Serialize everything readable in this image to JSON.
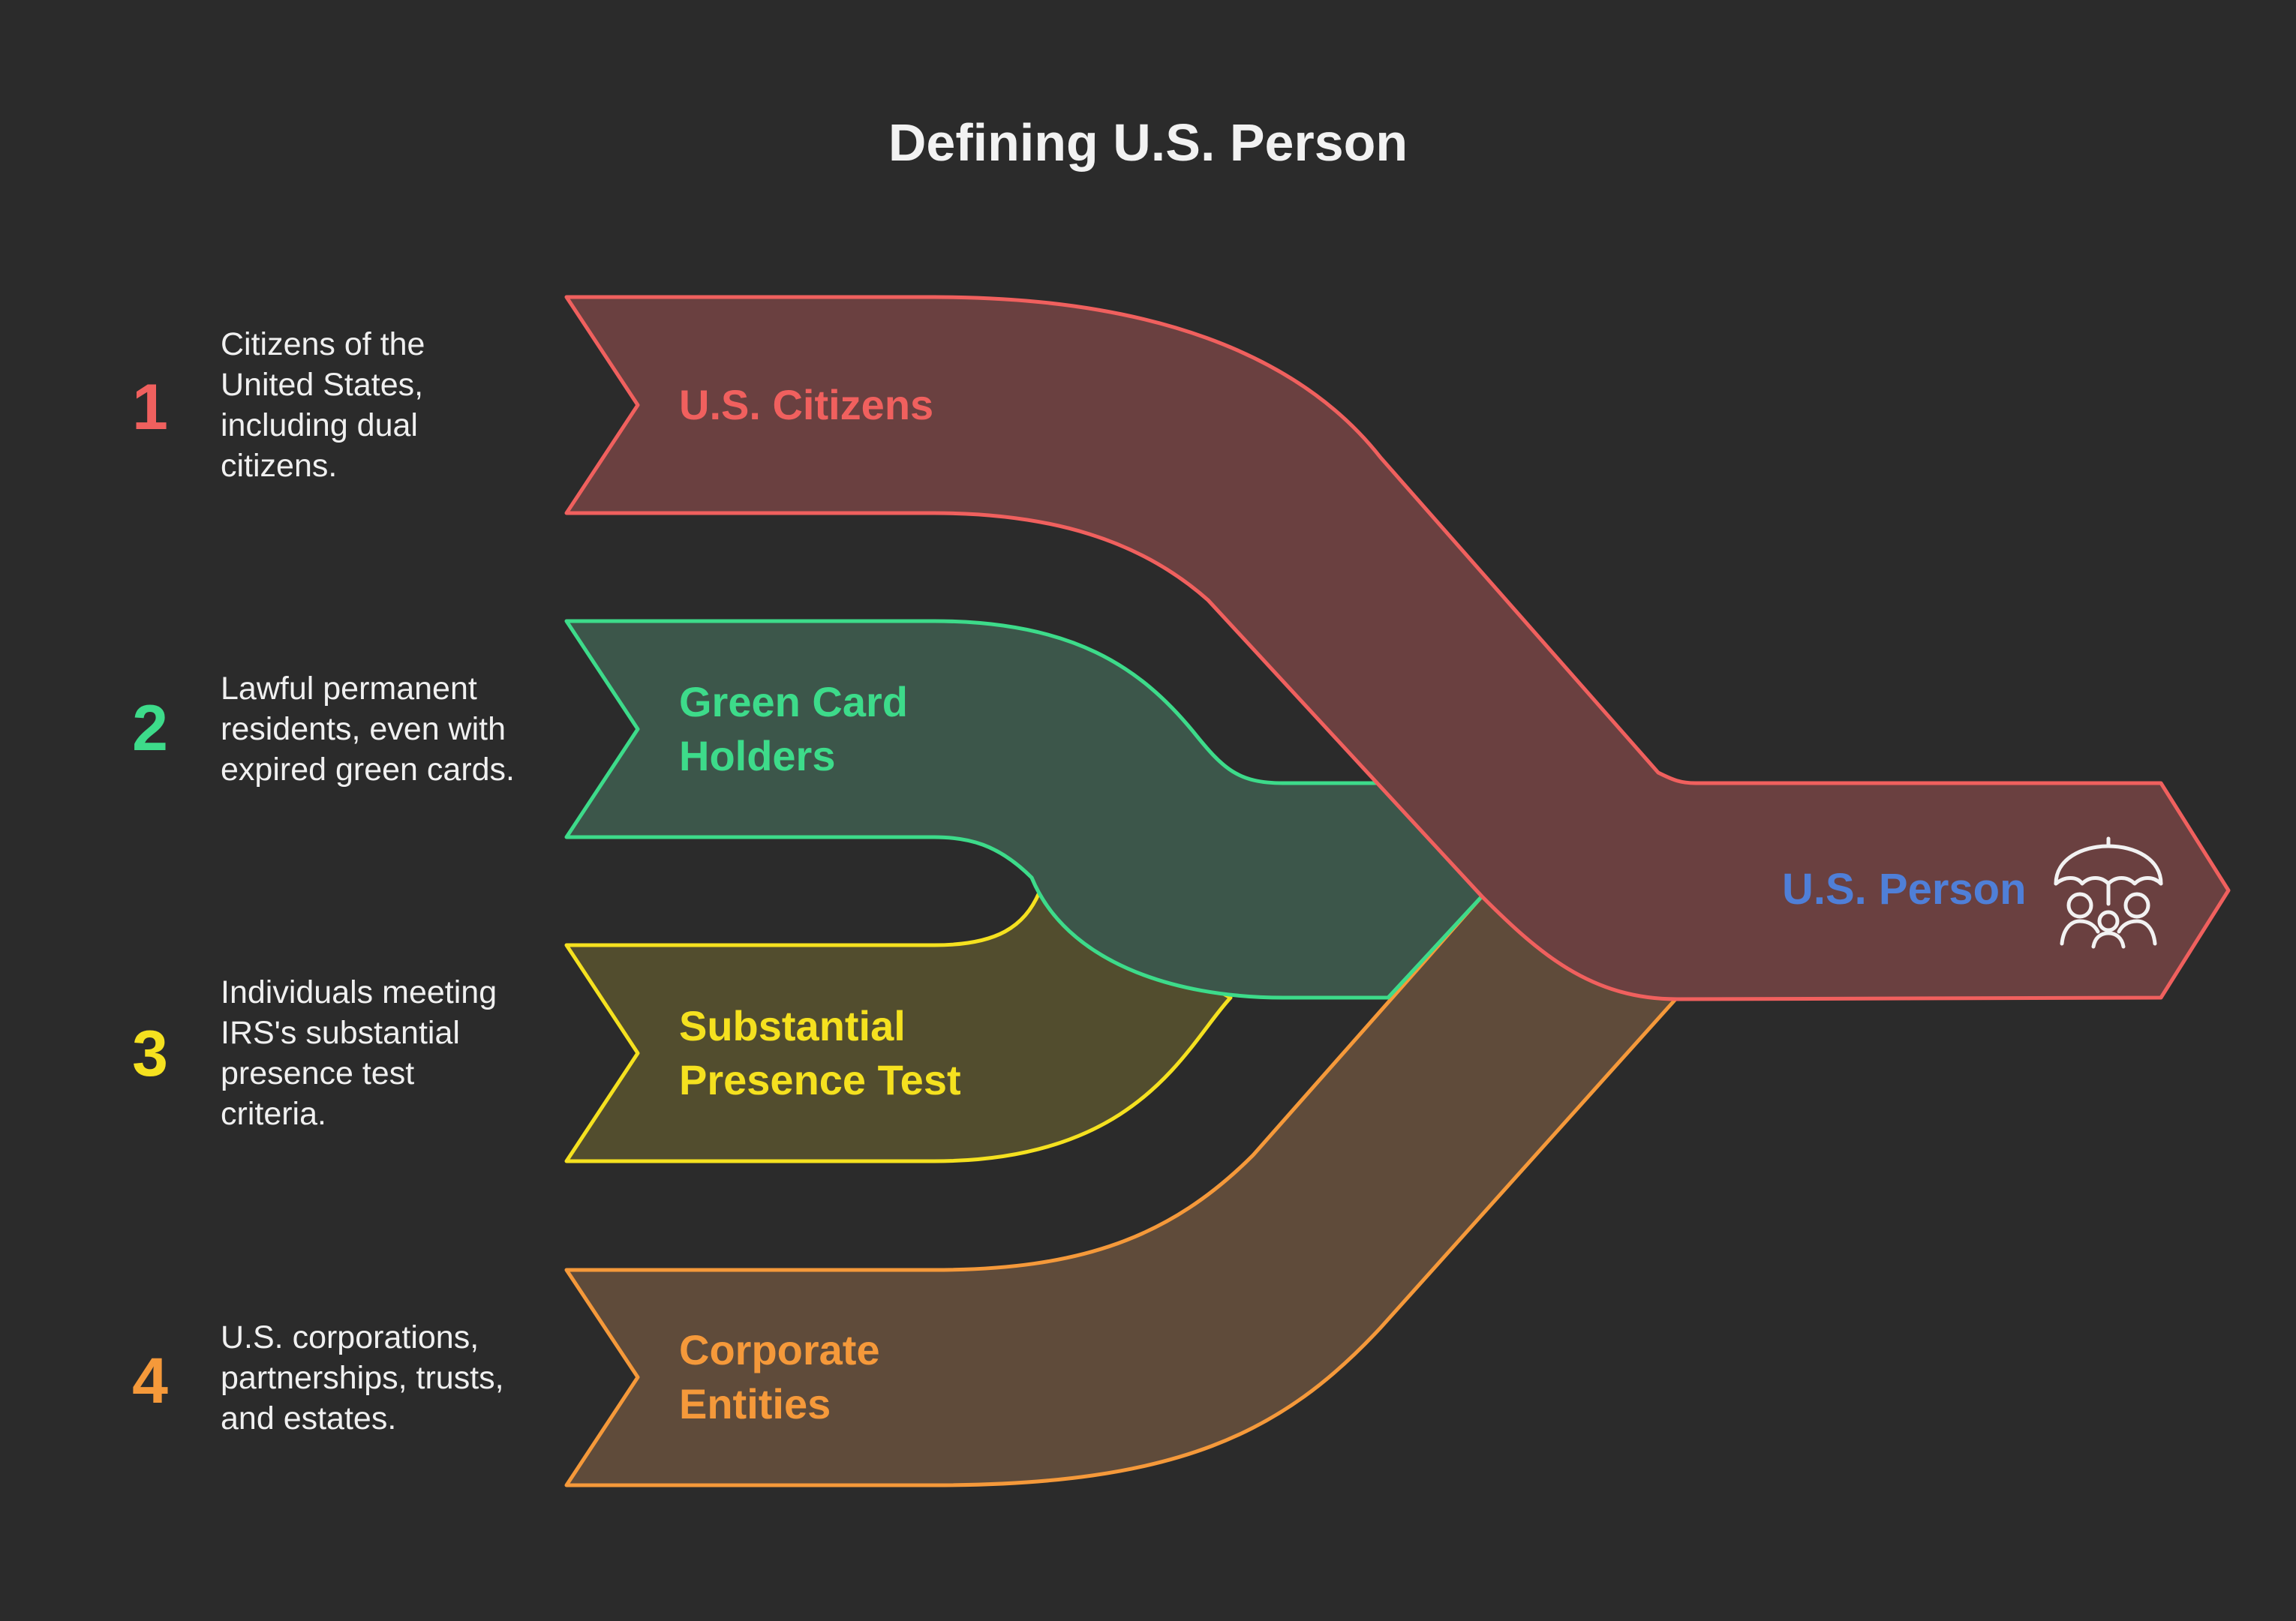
{
  "title": "Defining U.S. Person",
  "items": [
    {
      "number": "1",
      "label": "U.S. Citizens",
      "description": "Citizens of the\nUnited States,\nincluding dual\ncitizens.",
      "color": "#f0605e",
      "fill": "#6a4040"
    },
    {
      "number": "2",
      "label": "Green Card\nHolders",
      "description": "Lawful permanent\nresidents, even with\nexpired green cards.",
      "color": "#3ddb8a",
      "fill": "#3c564a"
    },
    {
      "number": "3",
      "label": "Substantial\nPresence Test",
      "description": "Individuals meeting\nIRS's substantial\npresence test\ncriteria.",
      "color": "#f5e11f",
      "fill": "#524d2e"
    },
    {
      "number": "4",
      "label": "Corporate\nEntities",
      "description": "U.S. corporations,\npartnerships, trusts,\nand estates.",
      "color": "#f5993a",
      "fill": "#5f4b3a"
    }
  ],
  "target": {
    "label": "U.S. Person",
    "label_color": "#4f7fd8",
    "icon": "umbrella-people-icon"
  }
}
